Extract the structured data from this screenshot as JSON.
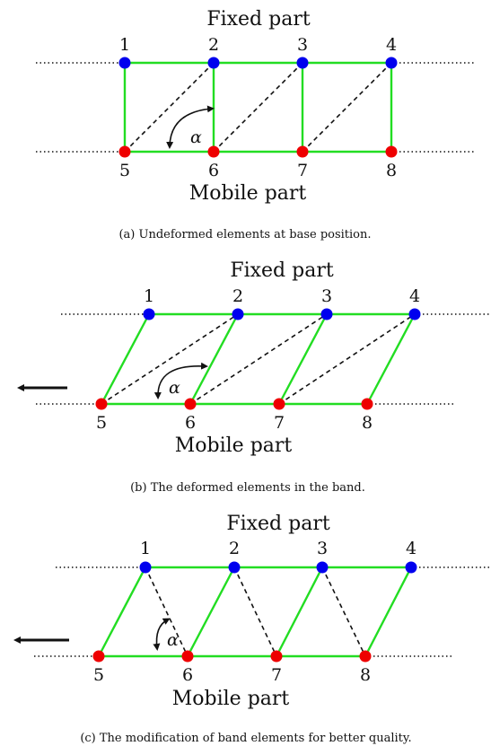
{
  "panels": [
    {
      "fixed_label": "Fixed part",
      "mobile_label": "Mobile part",
      "caption": "(a) Undeformed elements at base position.",
      "top_nodes": [
        "1",
        "2",
        "3",
        "4"
      ],
      "bottom_nodes": [
        "5",
        "6",
        "7",
        "8"
      ],
      "angle_label": "α",
      "arrow": "none"
    },
    {
      "fixed_label": "Fixed part",
      "mobile_label": "Mobile part",
      "caption": "(b) The deformed elements in the band.",
      "top_nodes": [
        "1",
        "2",
        "3",
        "4"
      ],
      "bottom_nodes": [
        "5",
        "6",
        "7",
        "8"
      ],
      "angle_label": "α",
      "arrow": "left"
    },
    {
      "fixed_label": "Fixed part",
      "mobile_label": "Mobile part",
      "caption": "(c) The modification of band elements for better quality.",
      "top_nodes": [
        "1",
        "2",
        "3",
        "4"
      ],
      "bottom_nodes": [
        "5",
        "6",
        "7",
        "8"
      ],
      "angle_label": "α",
      "arrow": "left"
    }
  ],
  "colors": {
    "edge": "#22dd22",
    "fixed_node": "#0000ee",
    "mobile_node": "#ee0000",
    "dashed": "#111111",
    "dotted": "#111111"
  }
}
